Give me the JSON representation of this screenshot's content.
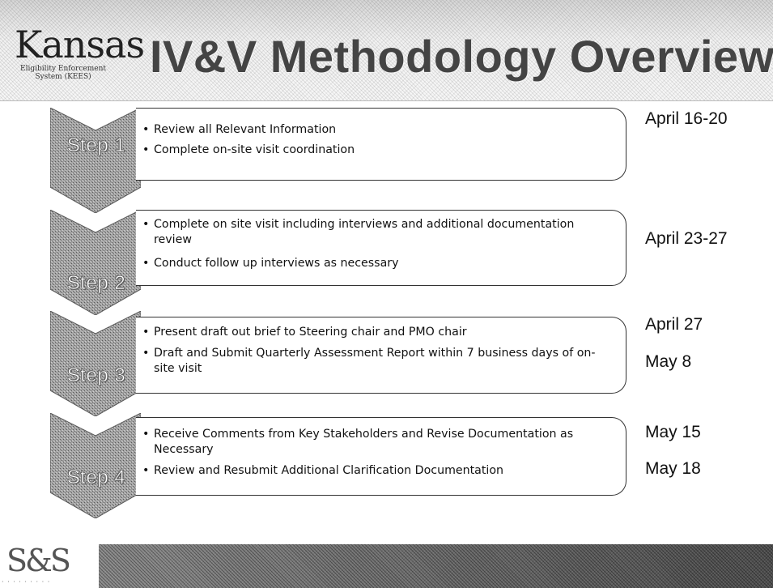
{
  "header": {
    "logo_name": "Kansas",
    "logo_subtitle": "Eligibility Enforcement System (KEES)",
    "title": "IV&V Methodology Overview"
  },
  "steps": [
    {
      "label": "Step 1",
      "bullets": [
        "Review all Relevant Information",
        "Complete on-site visit coordination"
      ],
      "dates": [
        "April 16-20"
      ]
    },
    {
      "label": "Step 2",
      "bullets": [
        "Complete on site visit including interviews and additional documentation review",
        "Conduct follow up interviews as necessary"
      ],
      "dates": [
        "April 23-27"
      ]
    },
    {
      "label": "Step 3",
      "bullets": [
        "Present draft out brief to Steering chair and PMO chair",
        "Draft and Submit Quarterly Assessment Report within 7 business days of on-site visit"
      ],
      "dates": [
        "April 27",
        "May 8"
      ]
    },
    {
      "label": "Step 4",
      "bullets": [
        "Receive Comments from Key Stakeholders and Revise Documentation as Necessary",
        "Review and Resubmit Additional Clarification Documentation"
      ],
      "dates": [
        "May 15",
        "May 18"
      ]
    }
  ],
  "footer": {
    "logo_mark": "S&S"
  },
  "colors": {
    "chevron_fill": "#9a9a9a",
    "card_border": "#333333",
    "footer_bar": "#6a6a6a"
  }
}
